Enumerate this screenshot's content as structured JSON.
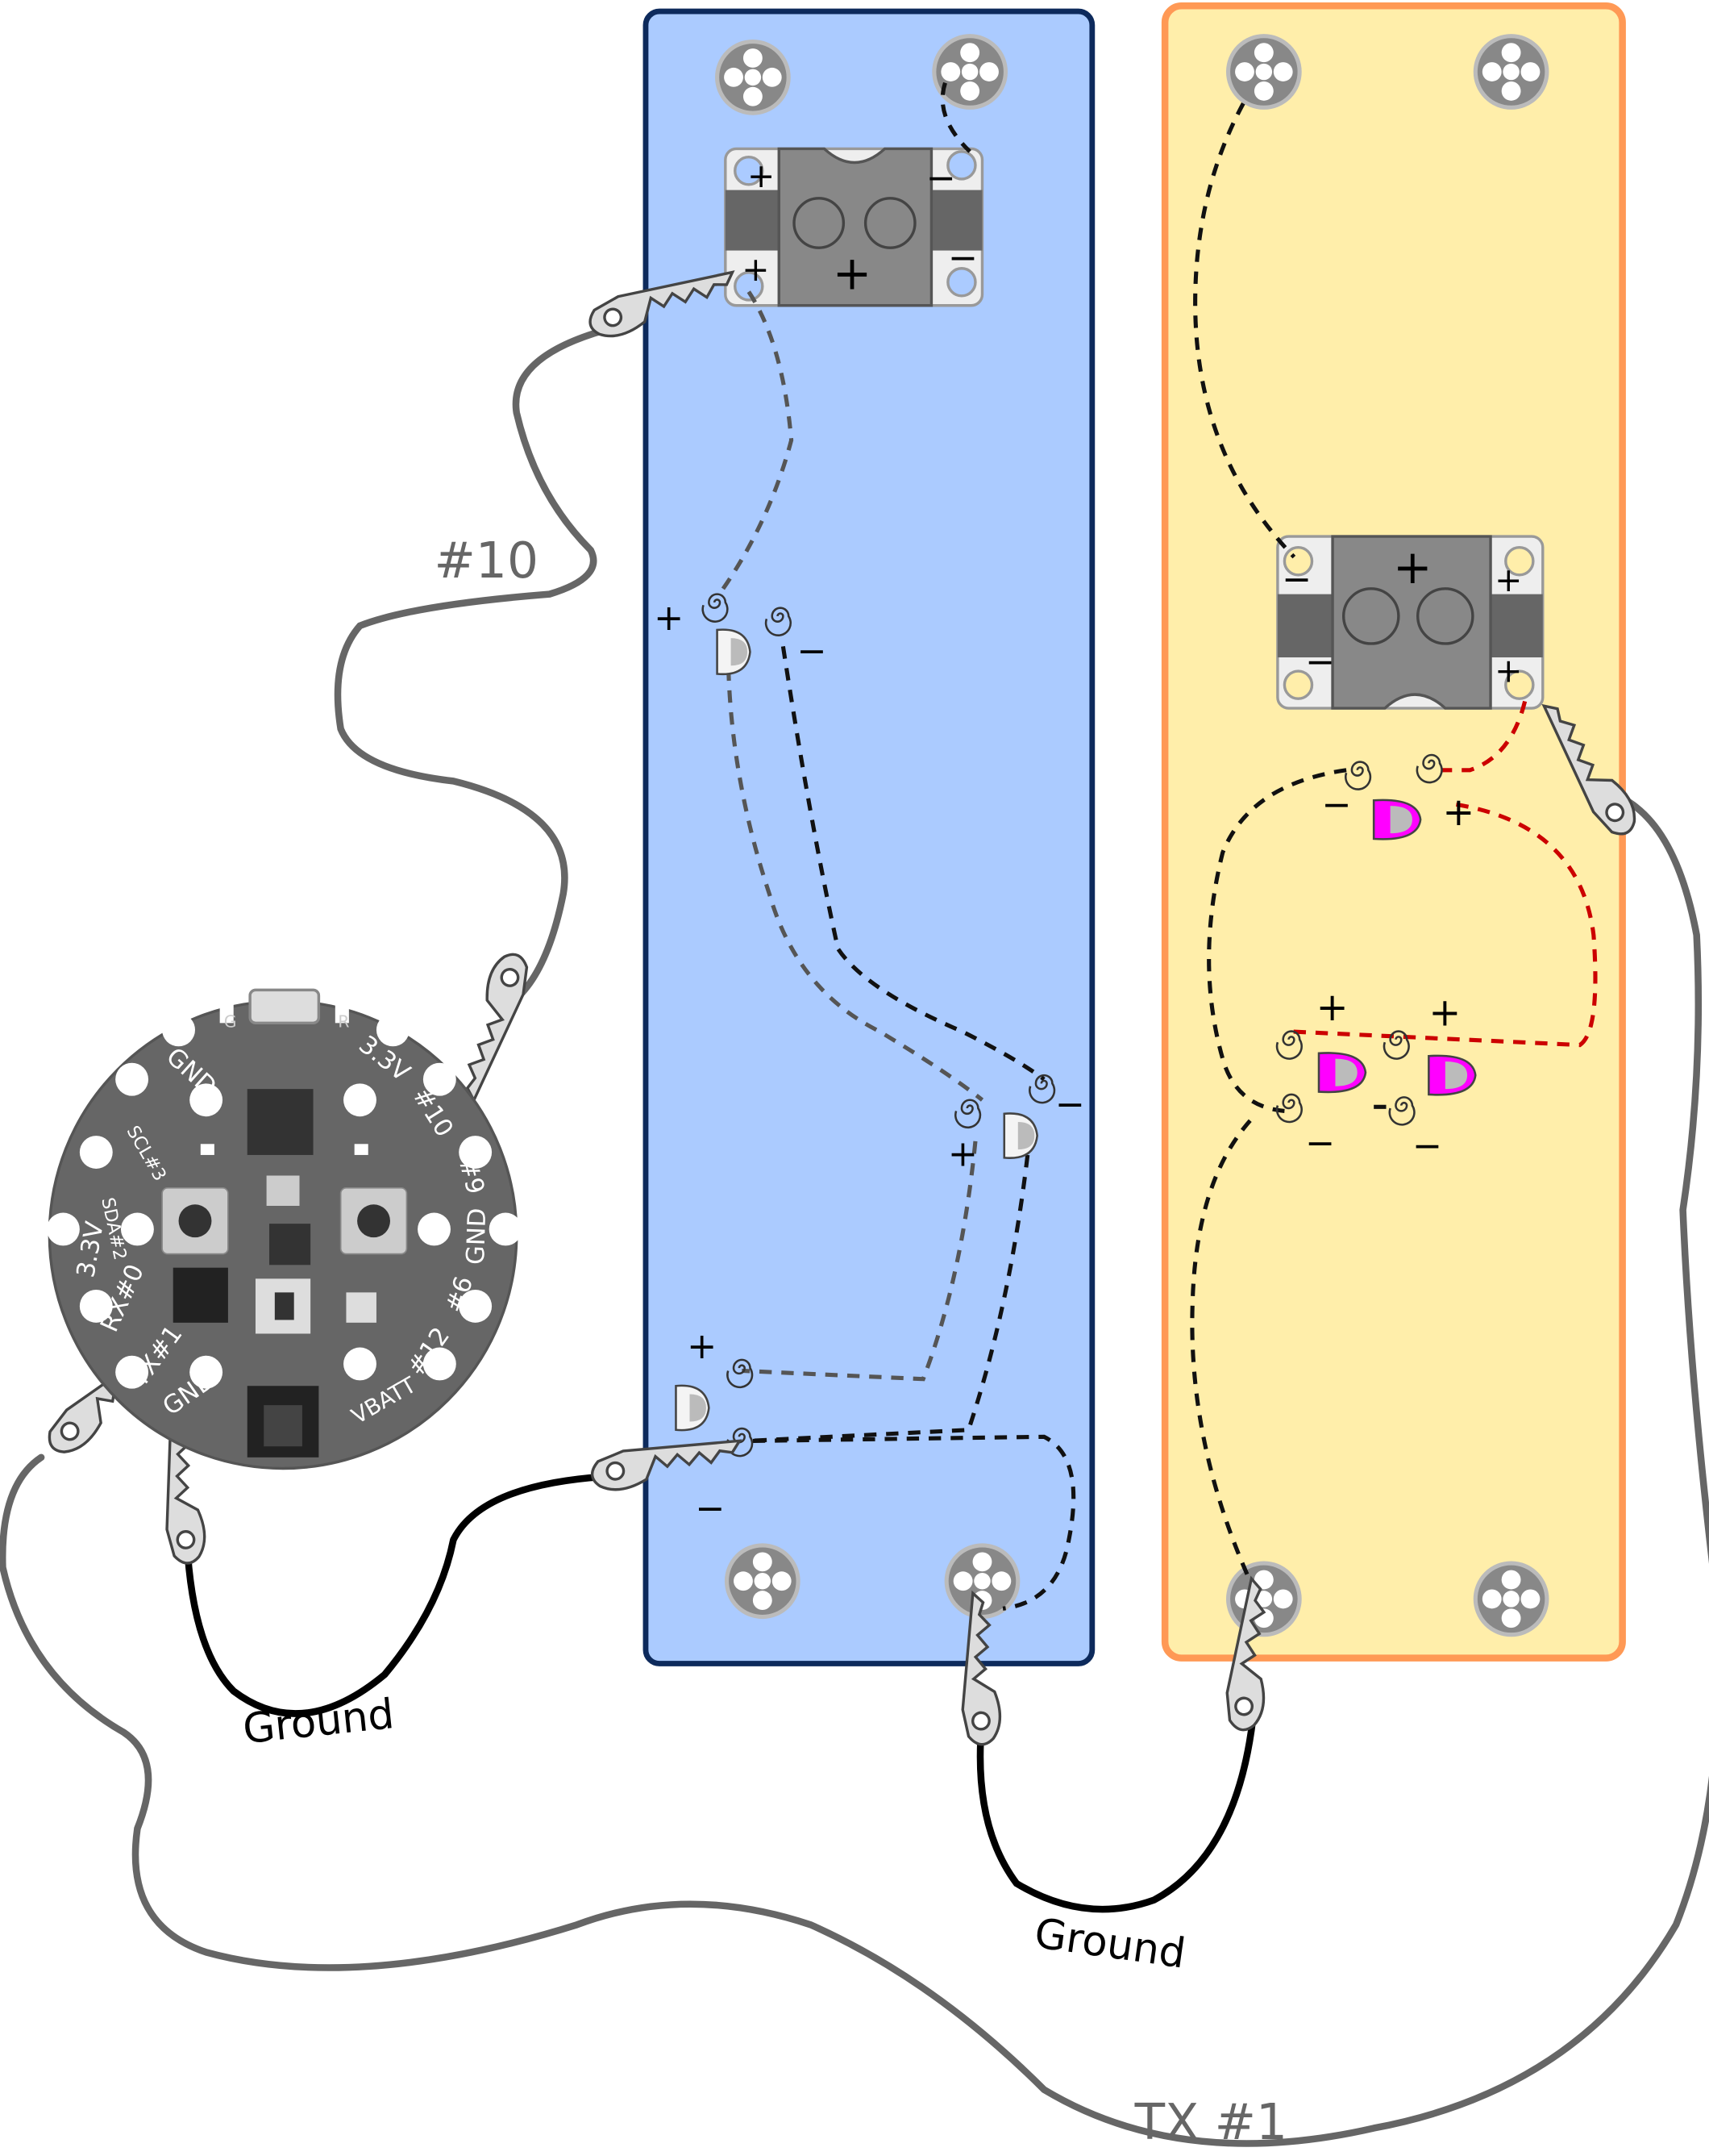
{
  "wires": {
    "pin10": "#10",
    "tx": "TX #1",
    "ground_left": "Ground",
    "ground_bottom": "Ground"
  },
  "board": {
    "usb_g": "G",
    "usb_r": "R",
    "pins": {
      "gnd_top": "GND",
      "scl3": "SCL#3",
      "sda2": "SDA#2",
      "v33_left": "3.3V",
      "rx0": "RX#0",
      "tx1": "TX#1",
      "gnd_bottom": "GND",
      "vbatt": "VBATT",
      "p12": "#12",
      "p6": "#6",
      "gnd_right": "GND",
      "p9": "#9",
      "p10": "#10",
      "v33_right": "3.3V"
    }
  },
  "polarity": {
    "plus": "+",
    "minus": "−"
  },
  "colors": {
    "blue_panel": "#abcbff",
    "blue_border": "#0d2a5c",
    "yellow_panel": "#ffeeaa",
    "orange_border": "#ff9955",
    "board": "#666666",
    "led_pink": "#ff00ff",
    "wire_gray": "#666666",
    "wire_black": "#000000",
    "stitch_red": "#cc0000"
  }
}
